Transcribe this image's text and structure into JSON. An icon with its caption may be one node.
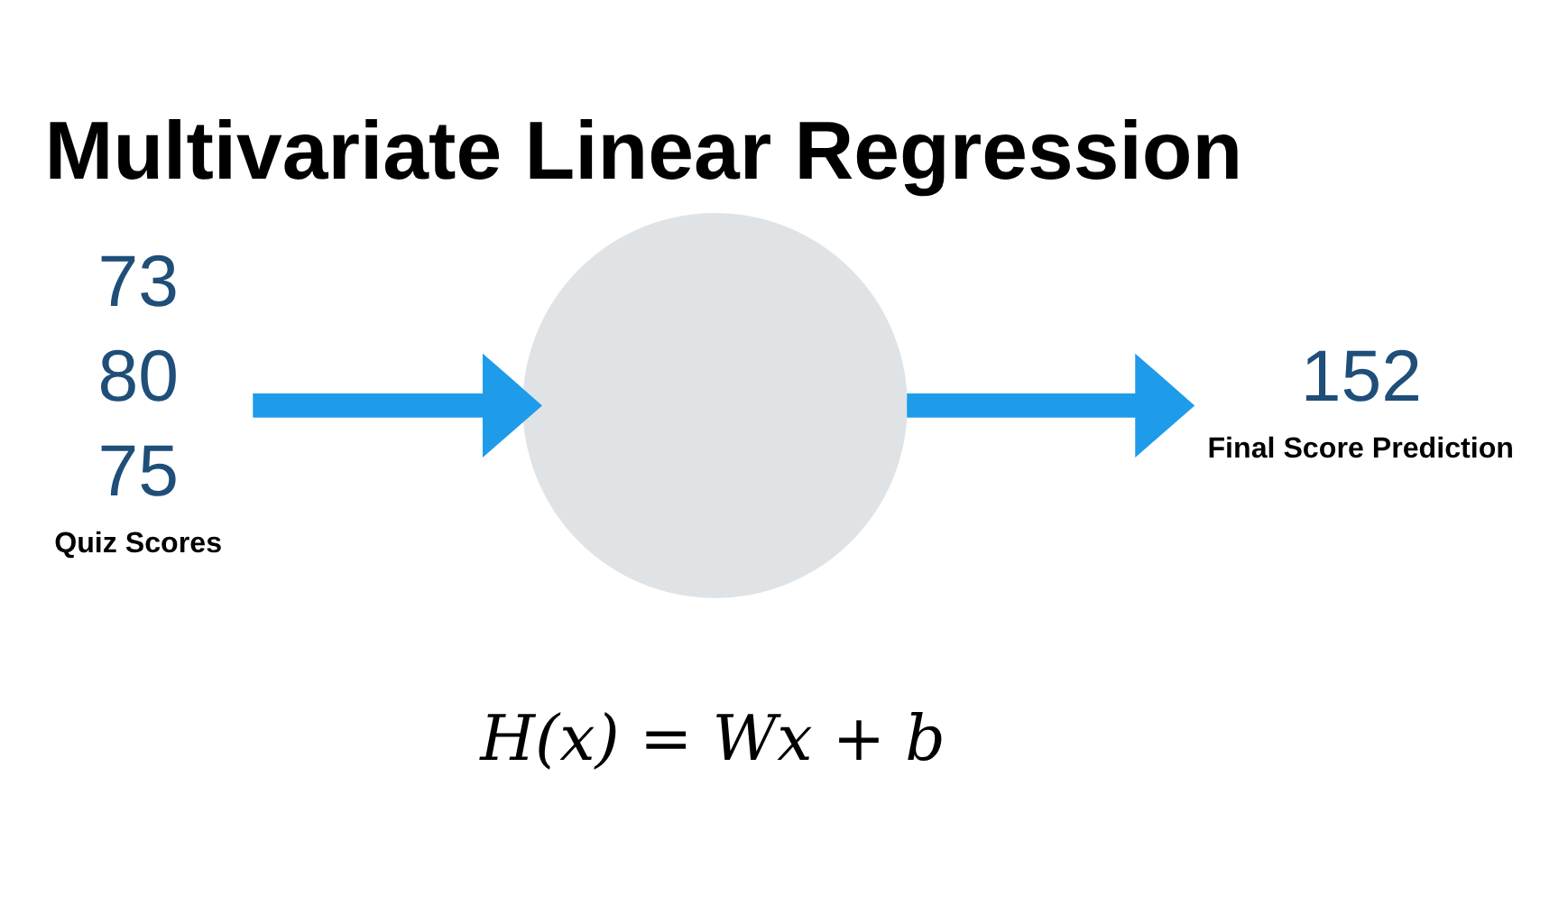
{
  "diagram": {
    "title": "Multivariate Linear Regression",
    "nodes": [
      {
        "text": [
          "73",
          "80",
          "75"
        ],
        "beside": [
          "Quiz Scores"
        ]
      },
      {
        "text": [],
        "shape": "circle"
      },
      {
        "text": [
          "152"
        ],
        "beside": [
          "Final Score Prediction"
        ]
      }
    ],
    "edges": [
      {
        "from": 0,
        "to": 1,
        "arrow": "to"
      },
      {
        "from": 1,
        "to": 2,
        "arrow": "to"
      }
    ],
    "labels": [
      "H(x) = Wx + b"
    ]
  }
}
